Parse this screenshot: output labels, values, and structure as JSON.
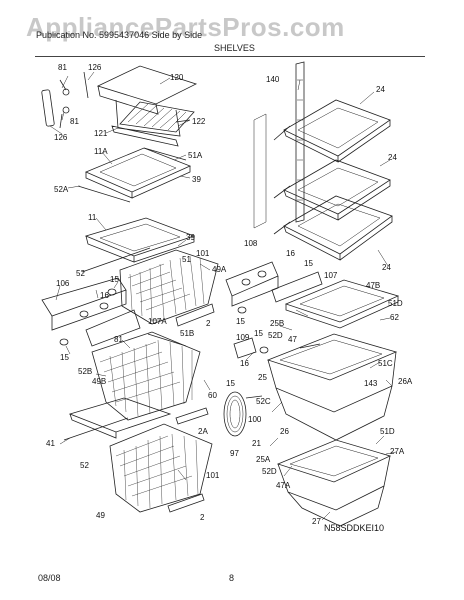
{
  "header": {
    "watermark": "AppliancePartsPros.com",
    "title": "Publication No. 5995437046   Side by Side",
    "subtitle": "SHELVES"
  },
  "diagram_code": "N58SDDKEI10",
  "footer": {
    "date": "08/08",
    "page": "8"
  },
  "callouts": {
    "c81a": "81",
    "c126a": "126",
    "c120": "120",
    "c81b": "81",
    "c126b": "126",
    "c121": "121",
    "c122": "122",
    "c11A": "11A",
    "c51A": "51A",
    "c52A": "52A",
    "c39a": "39",
    "c11": "11",
    "c39b": "39",
    "c51": "51",
    "c101a": "101",
    "c52": "52",
    "c49A": "49A",
    "c106": "106",
    "c15a": "15",
    "c16a": "16",
    "c15b": "15",
    "c107A": "107A",
    "c2a": "2",
    "c51B": "51B",
    "c81c": "81",
    "c52B": "52B",
    "c49B": "49B",
    "c60": "60",
    "c2A": "2A",
    "c41": "41",
    "c52c": "52",
    "c101b": "101",
    "c49": "49",
    "c2b": "2",
    "c140": "140",
    "c24a": "24",
    "c24b": "24",
    "c24c": "24",
    "c108": "108",
    "c16b": "16",
    "c15c": "15",
    "c107": "107",
    "c47B": "47B",
    "c51D": "51D",
    "c15d": "15",
    "c25B": "25B",
    "c62": "62",
    "c52Da": "52D",
    "c47": "47",
    "c109": "109",
    "c15e": "15",
    "c16c": "16",
    "c15f": "15",
    "c25": "25",
    "c51C": "51C",
    "c143": "143",
    "c26A": "26A",
    "c52C": "52C",
    "c100": "100",
    "c97": "97",
    "c21": "21",
    "c26": "26",
    "c51Db": "51D",
    "c25A": "25A",
    "c27A": "27A",
    "c52Db": "52D",
    "c47A": "47A",
    "c27": "27"
  }
}
